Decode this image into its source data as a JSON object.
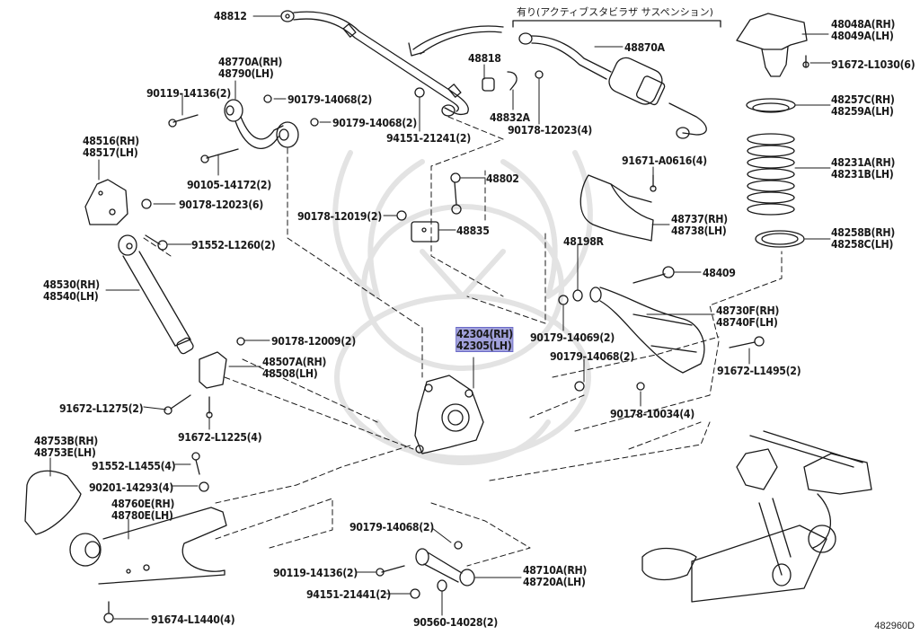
{
  "diagram": {
    "title_note": "有り(アクティブスタビラザ サスペンション)",
    "diagram_code": "482960D",
    "highlight_color": "#6e6ec8",
    "labels": [
      {
        "id": "l48812",
        "lines": [
          "48812"
        ]
      },
      {
        "id": "l48770",
        "lines": [
          "48770A(RH)",
          "48790(LH)"
        ]
      },
      {
        "id": "l90119a",
        "lines": [
          "90119-14136(2)"
        ]
      },
      {
        "id": "l90179a",
        "lines": [
          "90179-14068(2)"
        ]
      },
      {
        "id": "l90179b",
        "lines": [
          "90179-14068(2)"
        ]
      },
      {
        "id": "l48516",
        "lines": [
          "48516(RH)",
          "48517(LH)"
        ]
      },
      {
        "id": "l90105",
        "lines": [
          "90105-14172(2)"
        ]
      },
      {
        "id": "l90178a",
        "lines": [
          "90178-12023(6)"
        ]
      },
      {
        "id": "l48818",
        "lines": [
          "48818"
        ]
      },
      {
        "id": "l48832",
        "lines": [
          "48832A"
        ]
      },
      {
        "id": "l94151a",
        "lines": [
          "94151-21241(2)"
        ]
      },
      {
        "id": "l90178b",
        "lines": [
          "90178-12023(4)"
        ]
      },
      {
        "id": "l48870",
        "lines": [
          "48870A"
        ]
      },
      {
        "id": "l48048",
        "lines": [
          "48048A(RH)",
          "48049A(LH)"
        ]
      },
      {
        "id": "l91672a",
        "lines": [
          "91672-L1030(6)"
        ]
      },
      {
        "id": "l48257",
        "lines": [
          "48257C(RH)",
          "48259A(LH)"
        ]
      },
      {
        "id": "l48231",
        "lines": [
          "48231A(RH)",
          "48231B(LH)"
        ]
      },
      {
        "id": "l48258",
        "lines": [
          "48258B(RH)",
          "48258C(LH)"
        ]
      },
      {
        "id": "l91671",
        "lines": [
          "91671-A0616(4)"
        ]
      },
      {
        "id": "l48802",
        "lines": [
          "48802"
        ]
      },
      {
        "id": "l90178c",
        "lines": [
          "90178-12019(2)"
        ]
      },
      {
        "id": "l48835",
        "lines": [
          "48835"
        ]
      },
      {
        "id": "l48737",
        "lines": [
          "48737(RH)",
          "48738(LH)"
        ]
      },
      {
        "id": "l91552a",
        "lines": [
          "91552-L1260(2)"
        ]
      },
      {
        "id": "l48198",
        "lines": [
          "48198R"
        ]
      },
      {
        "id": "l48409",
        "lines": [
          "48409"
        ]
      },
      {
        "id": "l48530",
        "lines": [
          "48530(RH)",
          "48540(LH)"
        ]
      },
      {
        "id": "l48730",
        "lines": [
          "48730F(RH)",
          "48740F(LH)"
        ]
      },
      {
        "id": "l42304",
        "lines": [
          "42304(RH)",
          "42305(LH)"
        ],
        "highlighted": true
      },
      {
        "id": "l90179c",
        "lines": [
          "90179-14069(2)"
        ]
      },
      {
        "id": "l90178d",
        "lines": [
          "90178-12009(2)"
        ]
      },
      {
        "id": "l48507",
        "lines": [
          "48507A(RH)",
          "48508(LH)"
        ]
      },
      {
        "id": "l90179d",
        "lines": [
          "90179-14068(2)"
        ]
      },
      {
        "id": "l91672b",
        "lines": [
          "91672-L1495(2)"
        ]
      },
      {
        "id": "l91672c",
        "lines": [
          "91672-L1275(2)"
        ]
      },
      {
        "id": "l90178e",
        "lines": [
          "90178-10034(4)"
        ]
      },
      {
        "id": "l91672d",
        "lines": [
          "91672-L1225(4)"
        ]
      },
      {
        "id": "l48753",
        "lines": [
          "48753B(RH)",
          "48753E(LH)"
        ]
      },
      {
        "id": "l91552b",
        "lines": [
          "91552-L1455(4)"
        ]
      },
      {
        "id": "l90201",
        "lines": [
          "90201-14293(4)"
        ]
      },
      {
        "id": "l48760",
        "lines": [
          "48760E(RH)",
          "48780E(LH)"
        ]
      },
      {
        "id": "l90179e",
        "lines": [
          "90179-14068(2)"
        ]
      },
      {
        "id": "l90119b",
        "lines": [
          "90119-14136(2)"
        ]
      },
      {
        "id": "l48710",
        "lines": [
          "48710A(RH)",
          "48720A(LH)"
        ]
      },
      {
        "id": "l94151b",
        "lines": [
          "94151-21441(2)"
        ]
      },
      {
        "id": "l90560",
        "lines": [
          "90560-14028(2)"
        ]
      },
      {
        "id": "l91674",
        "lines": [
          "91674-L1440(4)"
        ]
      }
    ]
  }
}
